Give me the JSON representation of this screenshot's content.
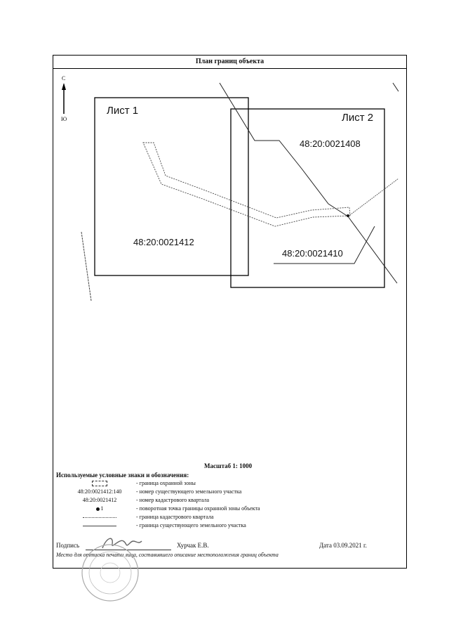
{
  "title": "План границ объекта",
  "compass": {
    "north": "С",
    "south": "Ю"
  },
  "sheets": {
    "sheet1": "Лист 1",
    "sheet2": "Лист 2"
  },
  "quarters": {
    "q1": "48:20:0021412",
    "q2": "48:20:0021408",
    "q3": "48:20:0021410"
  },
  "scale": "Масштаб 1: 1000",
  "legend": {
    "heading": "Используемые условные знаки и обозначения:",
    "items": [
      {
        "symbol": "",
        "text": "- граница  охранной зоны"
      },
      {
        "symbol": "48:20:0021412:140",
        "text": "- номер существующего земельного участка"
      },
      {
        "symbol": "48:20:0021412",
        "text": "- номер кадастрового квартала"
      },
      {
        "symbol": "1",
        "text": "- поворотная точка границы охранной зоны объекта"
      },
      {
        "symbol": "",
        "text": "- граница кадастрового квартала"
      },
      {
        "symbol": "",
        "text": "- граница существующего земельного участка"
      }
    ]
  },
  "signature": {
    "label": "Подпись",
    "name": "Хурчак Е.В.",
    "date": "Дата 03.09.2021 г.",
    "place_note": "Место для оттиска печати лица, составившего описание местоположения границ объекта"
  }
}
